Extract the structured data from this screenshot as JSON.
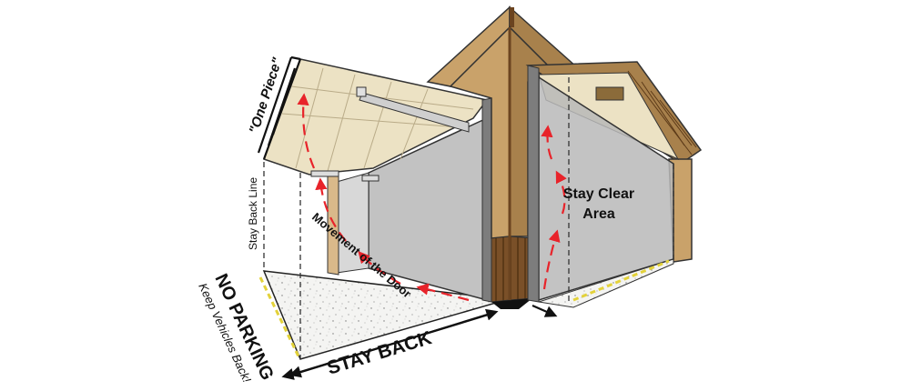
{
  "labels": {
    "one_piece": "\"One Piece\"",
    "stay_back_line": "Stay Back Line",
    "movement": "Movement of the Door",
    "stay_clear_line1": "Stay Clear",
    "stay_clear_line2": "Area",
    "no_parking": "NO PARKING",
    "keep_vehicles": "Keep Vehicles Back!",
    "stay_back": "STAY BACK"
  },
  "colors": {
    "arrow_red": "#e8232a",
    "wall_tan": "#c9a26a",
    "trim_brown": "#6b4420",
    "door_gray": "#b8b8b8",
    "ceiling_cream": "#ece2c4",
    "warning_yellow": "#e3d23a"
  }
}
